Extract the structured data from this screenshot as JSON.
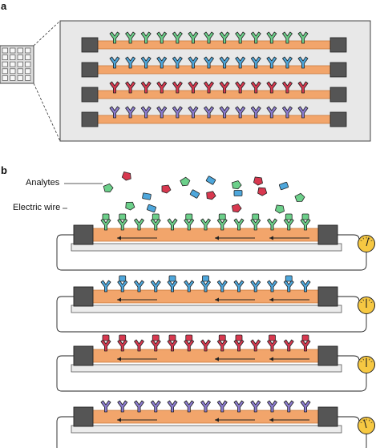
{
  "panel_a_letter": "a",
  "panel_b_letter": "b",
  "labels": {
    "analytes": "Analytes",
    "electric_wire": "Electric wire"
  },
  "colors": {
    "wire_fill": "#f2a56b",
    "wire_edge": "#c97a3e",
    "electrode": "#555555",
    "chip_bg": "#e8e8e8",
    "substrate": "#ececec",
    "receptor_green": "#6cd08a",
    "receptor_blue": "#4ea7dc",
    "receptor_red": "#d8384f",
    "receptor_purple": "#8c7cd0",
    "gauge": "#f6c842"
  },
  "panel_a": {
    "rows": [
      {
        "receptor": "receptor_green",
        "receptor_count": 13
      },
      {
        "receptor": "receptor_blue",
        "receptor_count": 13
      },
      {
        "receptor": "receptor_red",
        "receptor_count": 13
      },
      {
        "receptor": "receptor_purple",
        "receptor_count": 13
      }
    ],
    "chip_grid": {
      "rows": 5,
      "cols": 4
    }
  },
  "panel_b": {
    "devices": [
      {
        "receptor": "receptor_green",
        "receptor_count": 13,
        "bound": [
          0,
          1,
          3,
          5,
          7,
          9,
          11,
          12
        ]
      },
      {
        "receptor": "receptor_blue",
        "receptor_count": 13,
        "bound": [
          1,
          4,
          6,
          11
        ]
      },
      {
        "receptor": "receptor_red",
        "receptor_count": 13,
        "bound": [
          0,
          1,
          3,
          4,
          5,
          7,
          8,
          10,
          12
        ]
      },
      {
        "receptor": "receptor_purple",
        "receptor_count": 13,
        "bound": []
      }
    ],
    "analytes": [
      {
        "color": "receptor_red",
        "shape": "pent"
      },
      {
        "color": "receptor_green",
        "shape": "pent"
      },
      {
        "color": "receptor_blue",
        "shape": "rect"
      },
      {
        "color": "receptor_green",
        "shape": "pent"
      },
      {
        "color": "receptor_red",
        "shape": "pent"
      },
      {
        "color": "receptor_blue",
        "shape": "rect"
      },
      {
        "color": "receptor_green",
        "shape": "pent"
      },
      {
        "color": "receptor_red",
        "shape": "pent"
      },
      {
        "color": "receptor_blue",
        "shape": "rect"
      },
      {
        "color": "receptor_green",
        "shape": "pent"
      },
      {
        "color": "receptor_blue",
        "shape": "rect"
      },
      {
        "color": "receptor_red",
        "shape": "pent"
      },
      {
        "color": "receptor_blue",
        "shape": "rect"
      },
      {
        "color": "receptor_red",
        "shape": "pent"
      },
      {
        "color": "receptor_green",
        "shape": "pent"
      },
      {
        "color": "receptor_blue",
        "shape": "rect"
      },
      {
        "color": "receptor_red",
        "shape": "pent"
      },
      {
        "color": "receptor_green",
        "shape": "pent"
      }
    ]
  }
}
